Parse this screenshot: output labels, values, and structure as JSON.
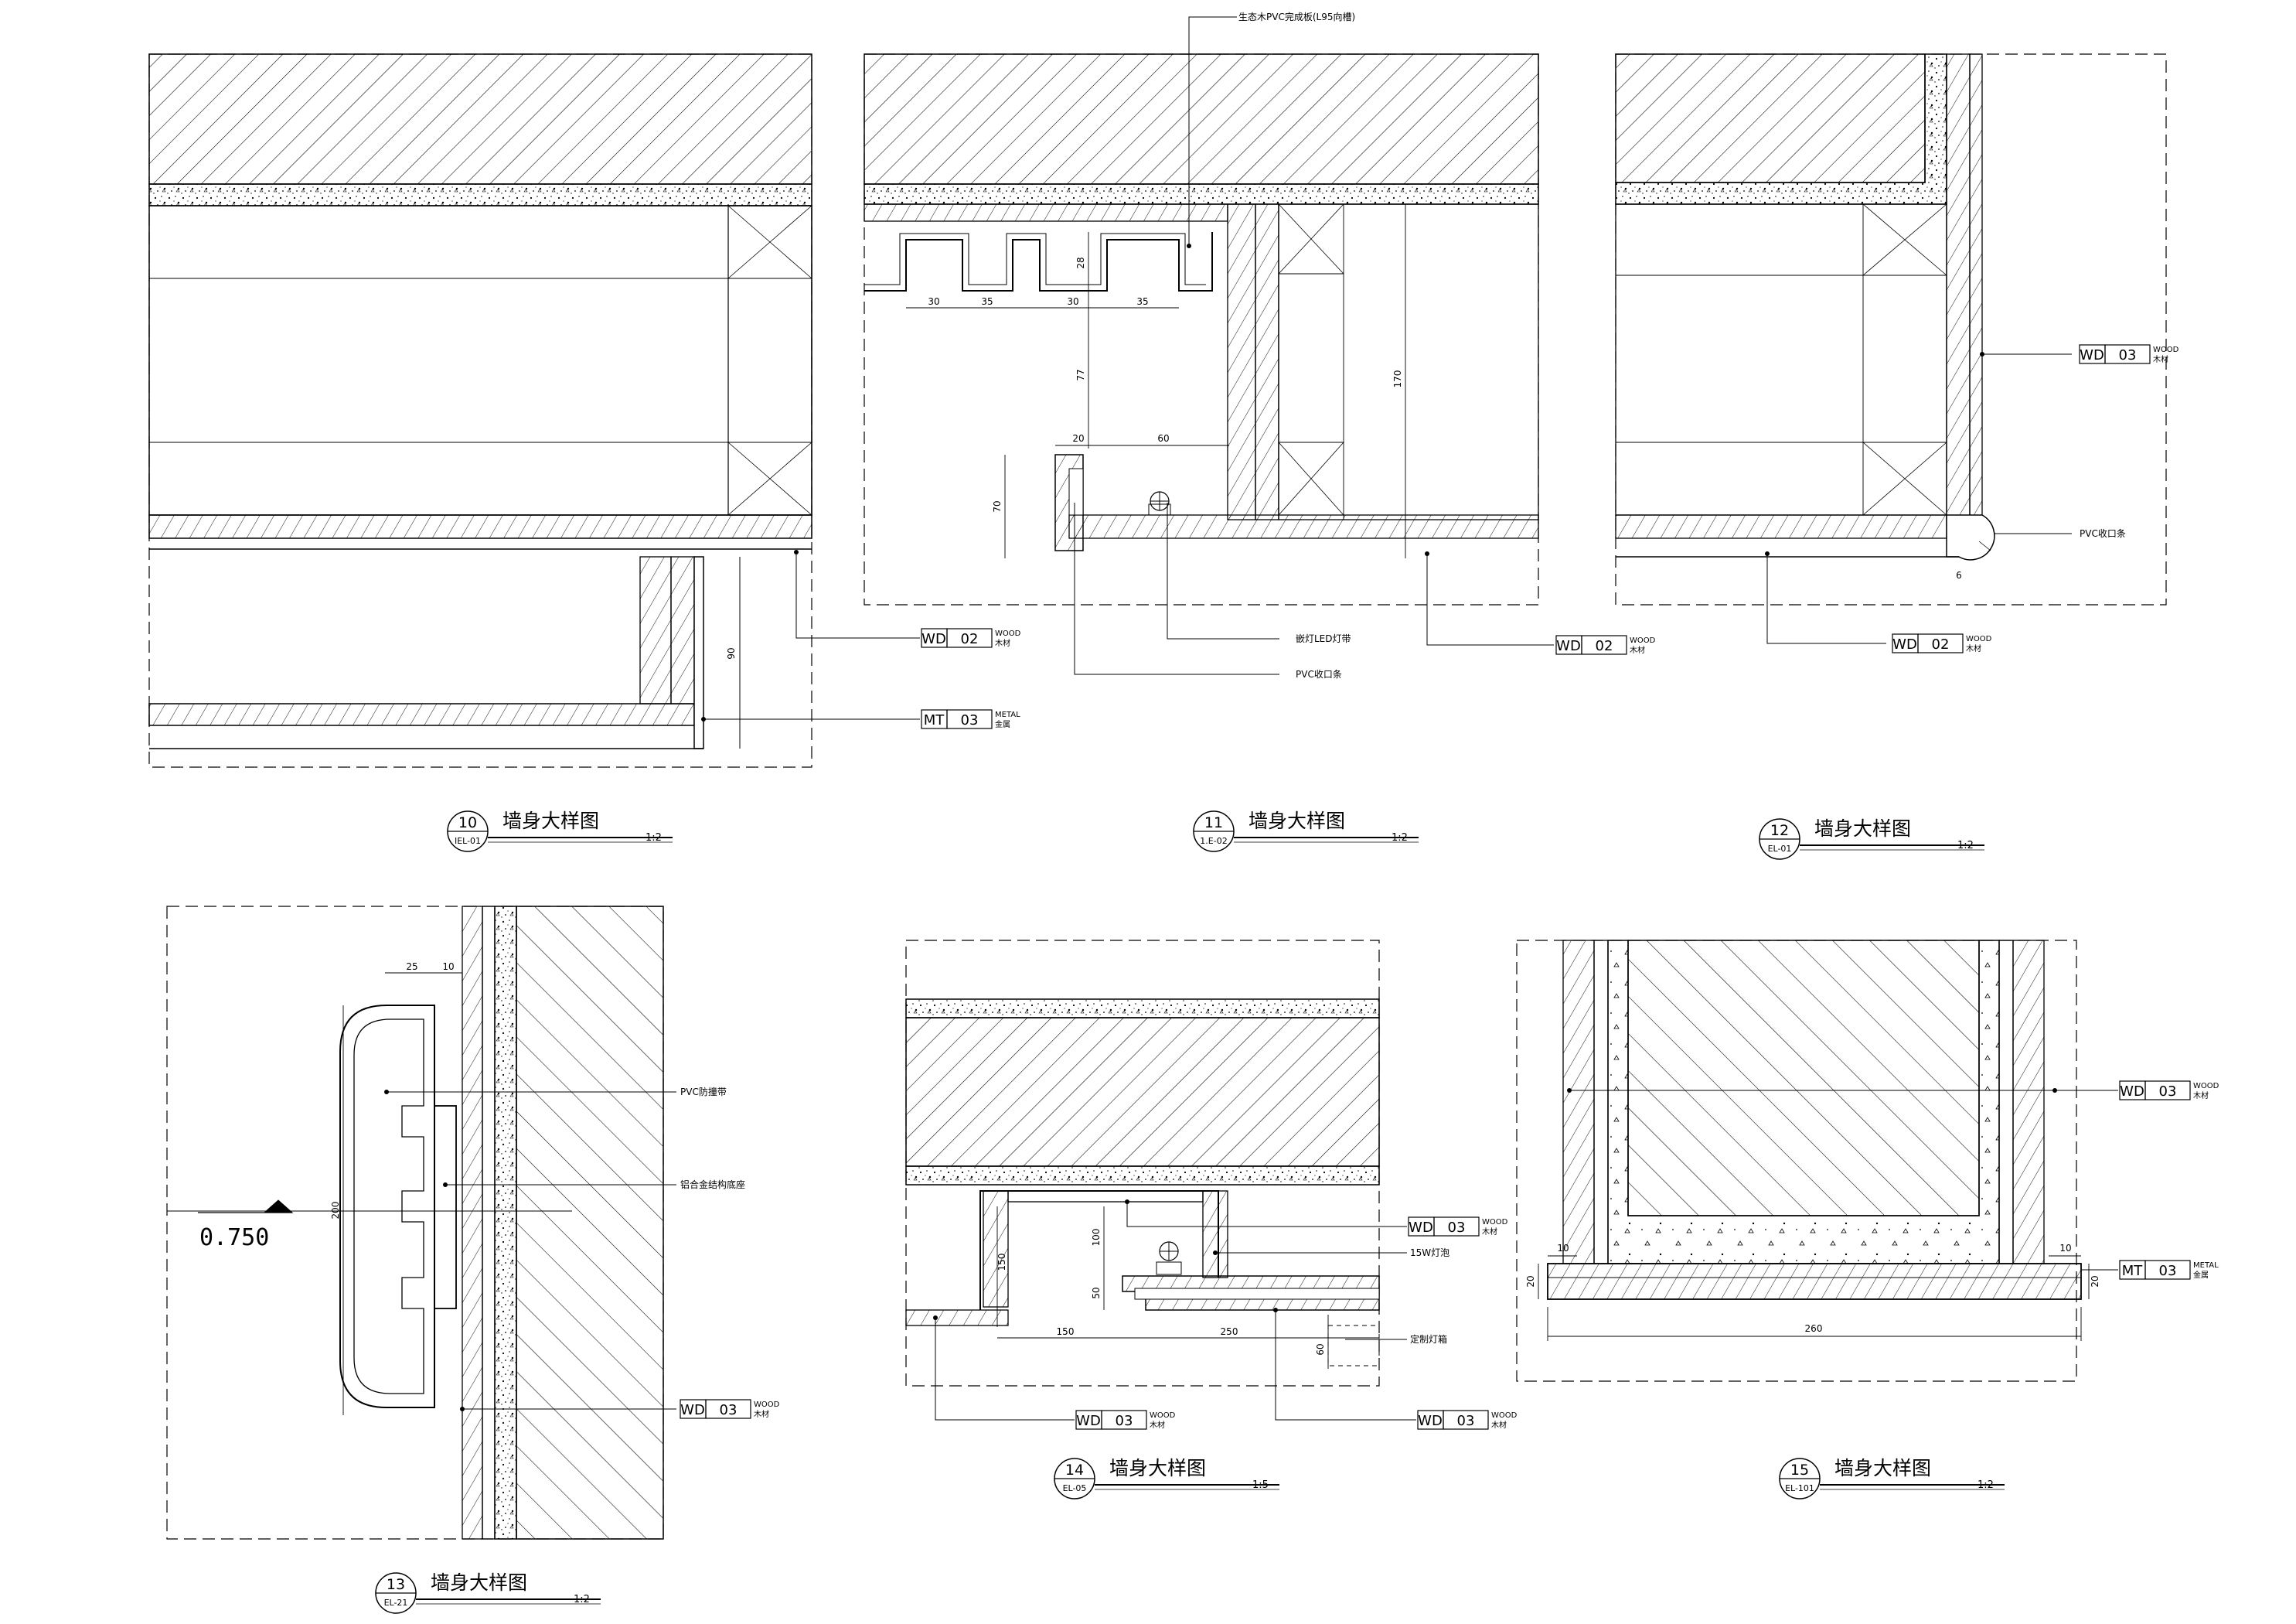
{
  "colors": {
    "line": "#000000",
    "background": "#ffffff",
    "fill_light": "#f2f2f2"
  },
  "details": [
    {
      "number": "10",
      "sheet": "IEL-01",
      "title": "墙身大样图",
      "scale": "1:2"
    },
    {
      "number": "11",
      "sheet": "1.E-02",
      "title": "墙身大样图",
      "scale": "1:2"
    },
    {
      "number": "12",
      "sheet": "EL-01",
      "title": "墙身大样图",
      "scale": "1:2"
    },
    {
      "number": "13",
      "sheet": "EL-21",
      "title": "墙身大样图",
      "scale": "1:2"
    },
    {
      "number": "14",
      "sheet": "EL-05",
      "title": "墙身大样图",
      "scale": "1:5"
    },
    {
      "number": "15",
      "sheet": "EL-101",
      "title": "墙身大样图",
      "scale": "1:2"
    }
  ],
  "material_tags": {
    "wd02": {
      "code": "WD",
      "num": "02",
      "en": "WOOD",
      "cn": "木材"
    },
    "wd03": {
      "code": "WD",
      "num": "03",
      "en": "WOOD",
      "cn": "木材"
    },
    "mt03": {
      "code": "MT",
      "num": "03",
      "en": "METAL",
      "cn": "金属"
    }
  },
  "notes": {
    "eco_wood_board": "生态木PVC完成板(L95向槽)",
    "led_strip": "嵌灯LED灯带",
    "pvc_trim": "PVC收口条",
    "pvc_trim_12": "PVC收口条",
    "pvc_bumper": "PVC防撞带",
    "alu_base": "铝合金结构底座",
    "led_light_15": "15W灯泡",
    "light_box": "定制灯箱",
    "elevation_mark": "0.750"
  },
  "dims": {
    "d11_30a": "30",
    "d11_35a": "35",
    "d11_30b": "30",
    "d11_35b": "35",
    "d11_28": "28",
    "d11_77": "77",
    "d11_20": "20",
    "d11_60": "60",
    "d11_70": "70",
    "d11_170": "170",
    "d10_90": "90",
    "d12_r": "6",
    "d13_25": "25",
    "d13_10": "10",
    "d13_200": "200",
    "d14_100": "100",
    "d14_150v": "150",
    "d14_50": "50",
    "d14_150": "150",
    "d14_250": "250",
    "d14_60": "60",
    "d15_10a": "10",
    "d15_20a": "20",
    "d15_10b": "10",
    "d15_20b": "20",
    "d15_260": "260"
  }
}
